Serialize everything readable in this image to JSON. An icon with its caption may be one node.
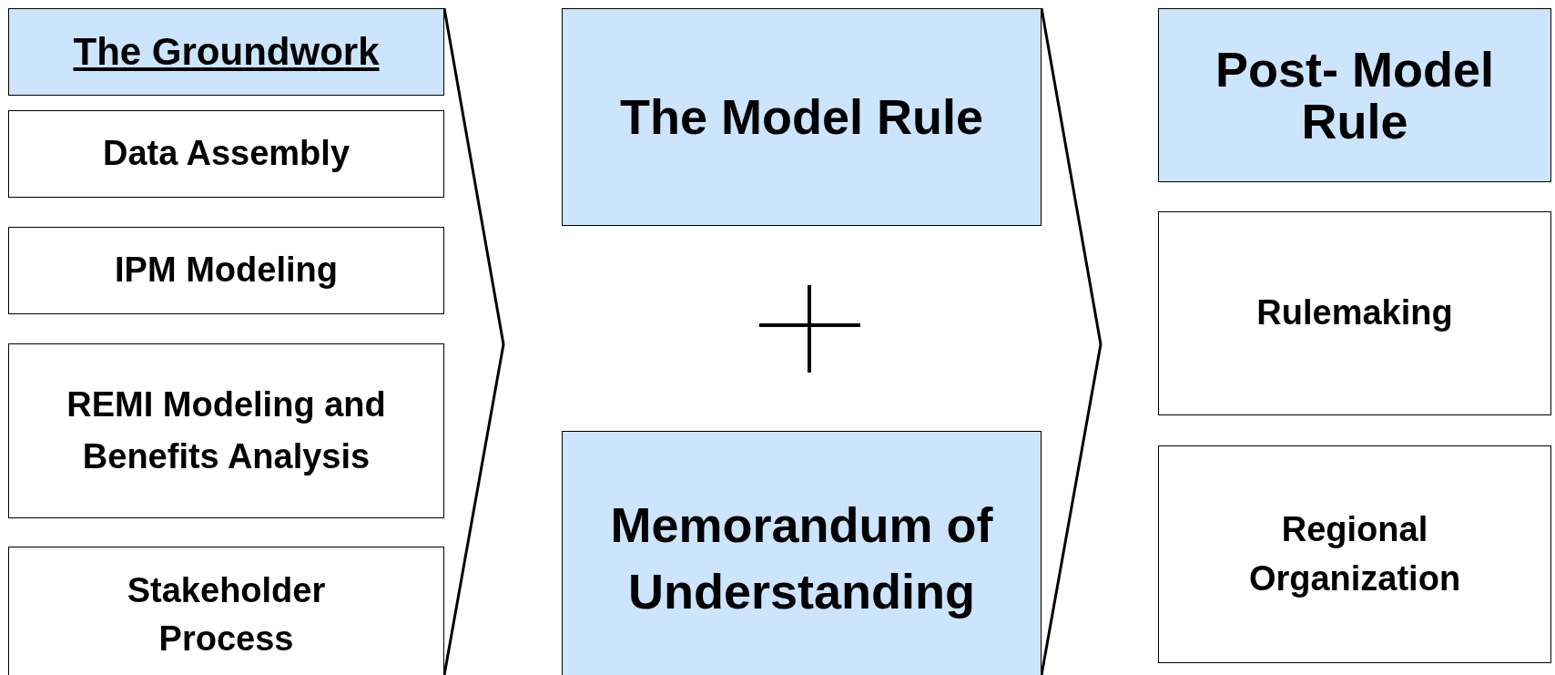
{
  "diagram": {
    "nodes": [
      {
        "text": [
          "The Groundwork"
        ]
      },
      {
        "text": [
          "Data Assembly"
        ]
      },
      {
        "text": [
          "IPM Modeling"
        ]
      },
      {
        "text": [
          "REMI Modeling and Benefits Analysis"
        ]
      },
      {
        "text": [
          "Stakeholder Process"
        ]
      },
      {
        "text": [
          "The Model Rule"
        ]
      },
      {
        "text": [
          "Memorandum of Understanding"
        ]
      },
      {
        "text": [
          "Post- Model Rule"
        ]
      },
      {
        "text": [
          "Rulemaking"
        ]
      },
      {
        "text": [
          "Regional Organization"
        ]
      }
    ]
  }
}
